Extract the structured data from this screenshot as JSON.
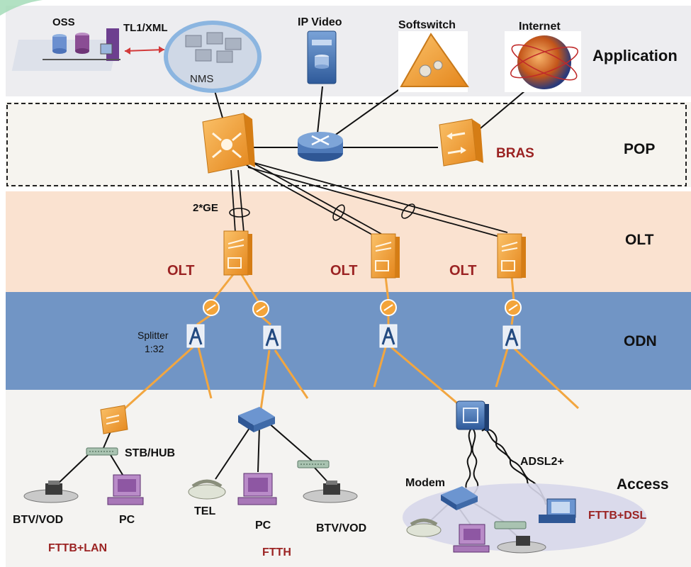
{
  "layers": {
    "application": "Application",
    "pop": "POP",
    "olt": "OLT",
    "odn": "ODN",
    "access": "Access"
  },
  "top_labels": {
    "oss": "OSS",
    "tl1": "TL1/XML",
    "nms": "NMS",
    "ip_video": "IP Video",
    "softswitch": "Softswitch",
    "internet": "Internet"
  },
  "pop_labels": {
    "bras": "BRAS"
  },
  "link_labels": {
    "ge": "2*GE",
    "adsl": "ADSL2+"
  },
  "olt_labels": [
    "OLT",
    "OLT",
    "OLT"
  ],
  "odn_labels": {
    "splitter": "Splitter",
    "ratio": "1:32"
  },
  "access_labels": {
    "stb_hub": "STB/HUB",
    "btv_vod_1": "BTV/VOD",
    "pc_1": "PC",
    "tel": "TEL",
    "pc_2": "PC",
    "btv_vod_2": "BTV/VOD",
    "modem": "Modem",
    "fttb_lan": "FTTB+LAN",
    "ftth": "FTTH",
    "fttb_dsl": "FTTB+DSL"
  },
  "colors": {
    "app_band": "#ededf0",
    "pop_band": "#f6f4ef",
    "olt_band": "#fae2d0",
    "odn_band": "#7195c5",
    "access_band": "#f4f3f1",
    "device_orange": "#f3a43a",
    "fiber": "#f2a640",
    "scenario_red": "#9b2323"
  }
}
